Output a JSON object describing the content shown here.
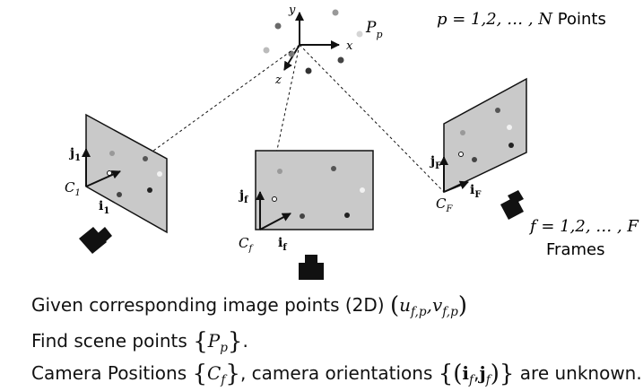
{
  "world_axes": {
    "x": "x",
    "y": "y",
    "z": "z"
  },
  "point_label": {
    "P": "P",
    "sub": "p"
  },
  "points_note": {
    "prefix": "p = 1,2, … , ",
    "var": "N",
    "suffix": " Points"
  },
  "frames_note": {
    "eq_prefix": "f = 1,2, … , ",
    "eq_var": "F",
    "label": "Frames"
  },
  "cameras": [
    {
      "j": "j",
      "j_sub": "1",
      "i": "i",
      "i_sub": "1",
      "c": "C",
      "c_sub": "1"
    },
    {
      "j": "j",
      "j_sub": "f",
      "i": "i",
      "i_sub": "f",
      "c": "C",
      "c_sub": "f"
    },
    {
      "j": "j",
      "j_sub": "F",
      "i": "i",
      "i_sub": "F",
      "c": "C",
      "c_sub": "F"
    }
  ],
  "caption": {
    "line1_text": "Given corresponding image points (2D) ",
    "line1_u": "u",
    "line1_v": "v",
    "line1_sub": "f,p",
    "line2_text": "Find scene points ",
    "line2_P": "P",
    "line2_sub": "p",
    "line3_a": "Camera Positions ",
    "line3_C": "C",
    "line3_Csub": "f",
    "line3_b": ", camera orientations ",
    "line3_i": "i",
    "line3_j": "j",
    "line3_sub": "f",
    "line3_c": " are unknown."
  },
  "colors": {
    "frame_fill": "#c9c9c9",
    "ink": "#111111",
    "dot_light": "#b5b5b5",
    "dot_dark": "#333333"
  }
}
